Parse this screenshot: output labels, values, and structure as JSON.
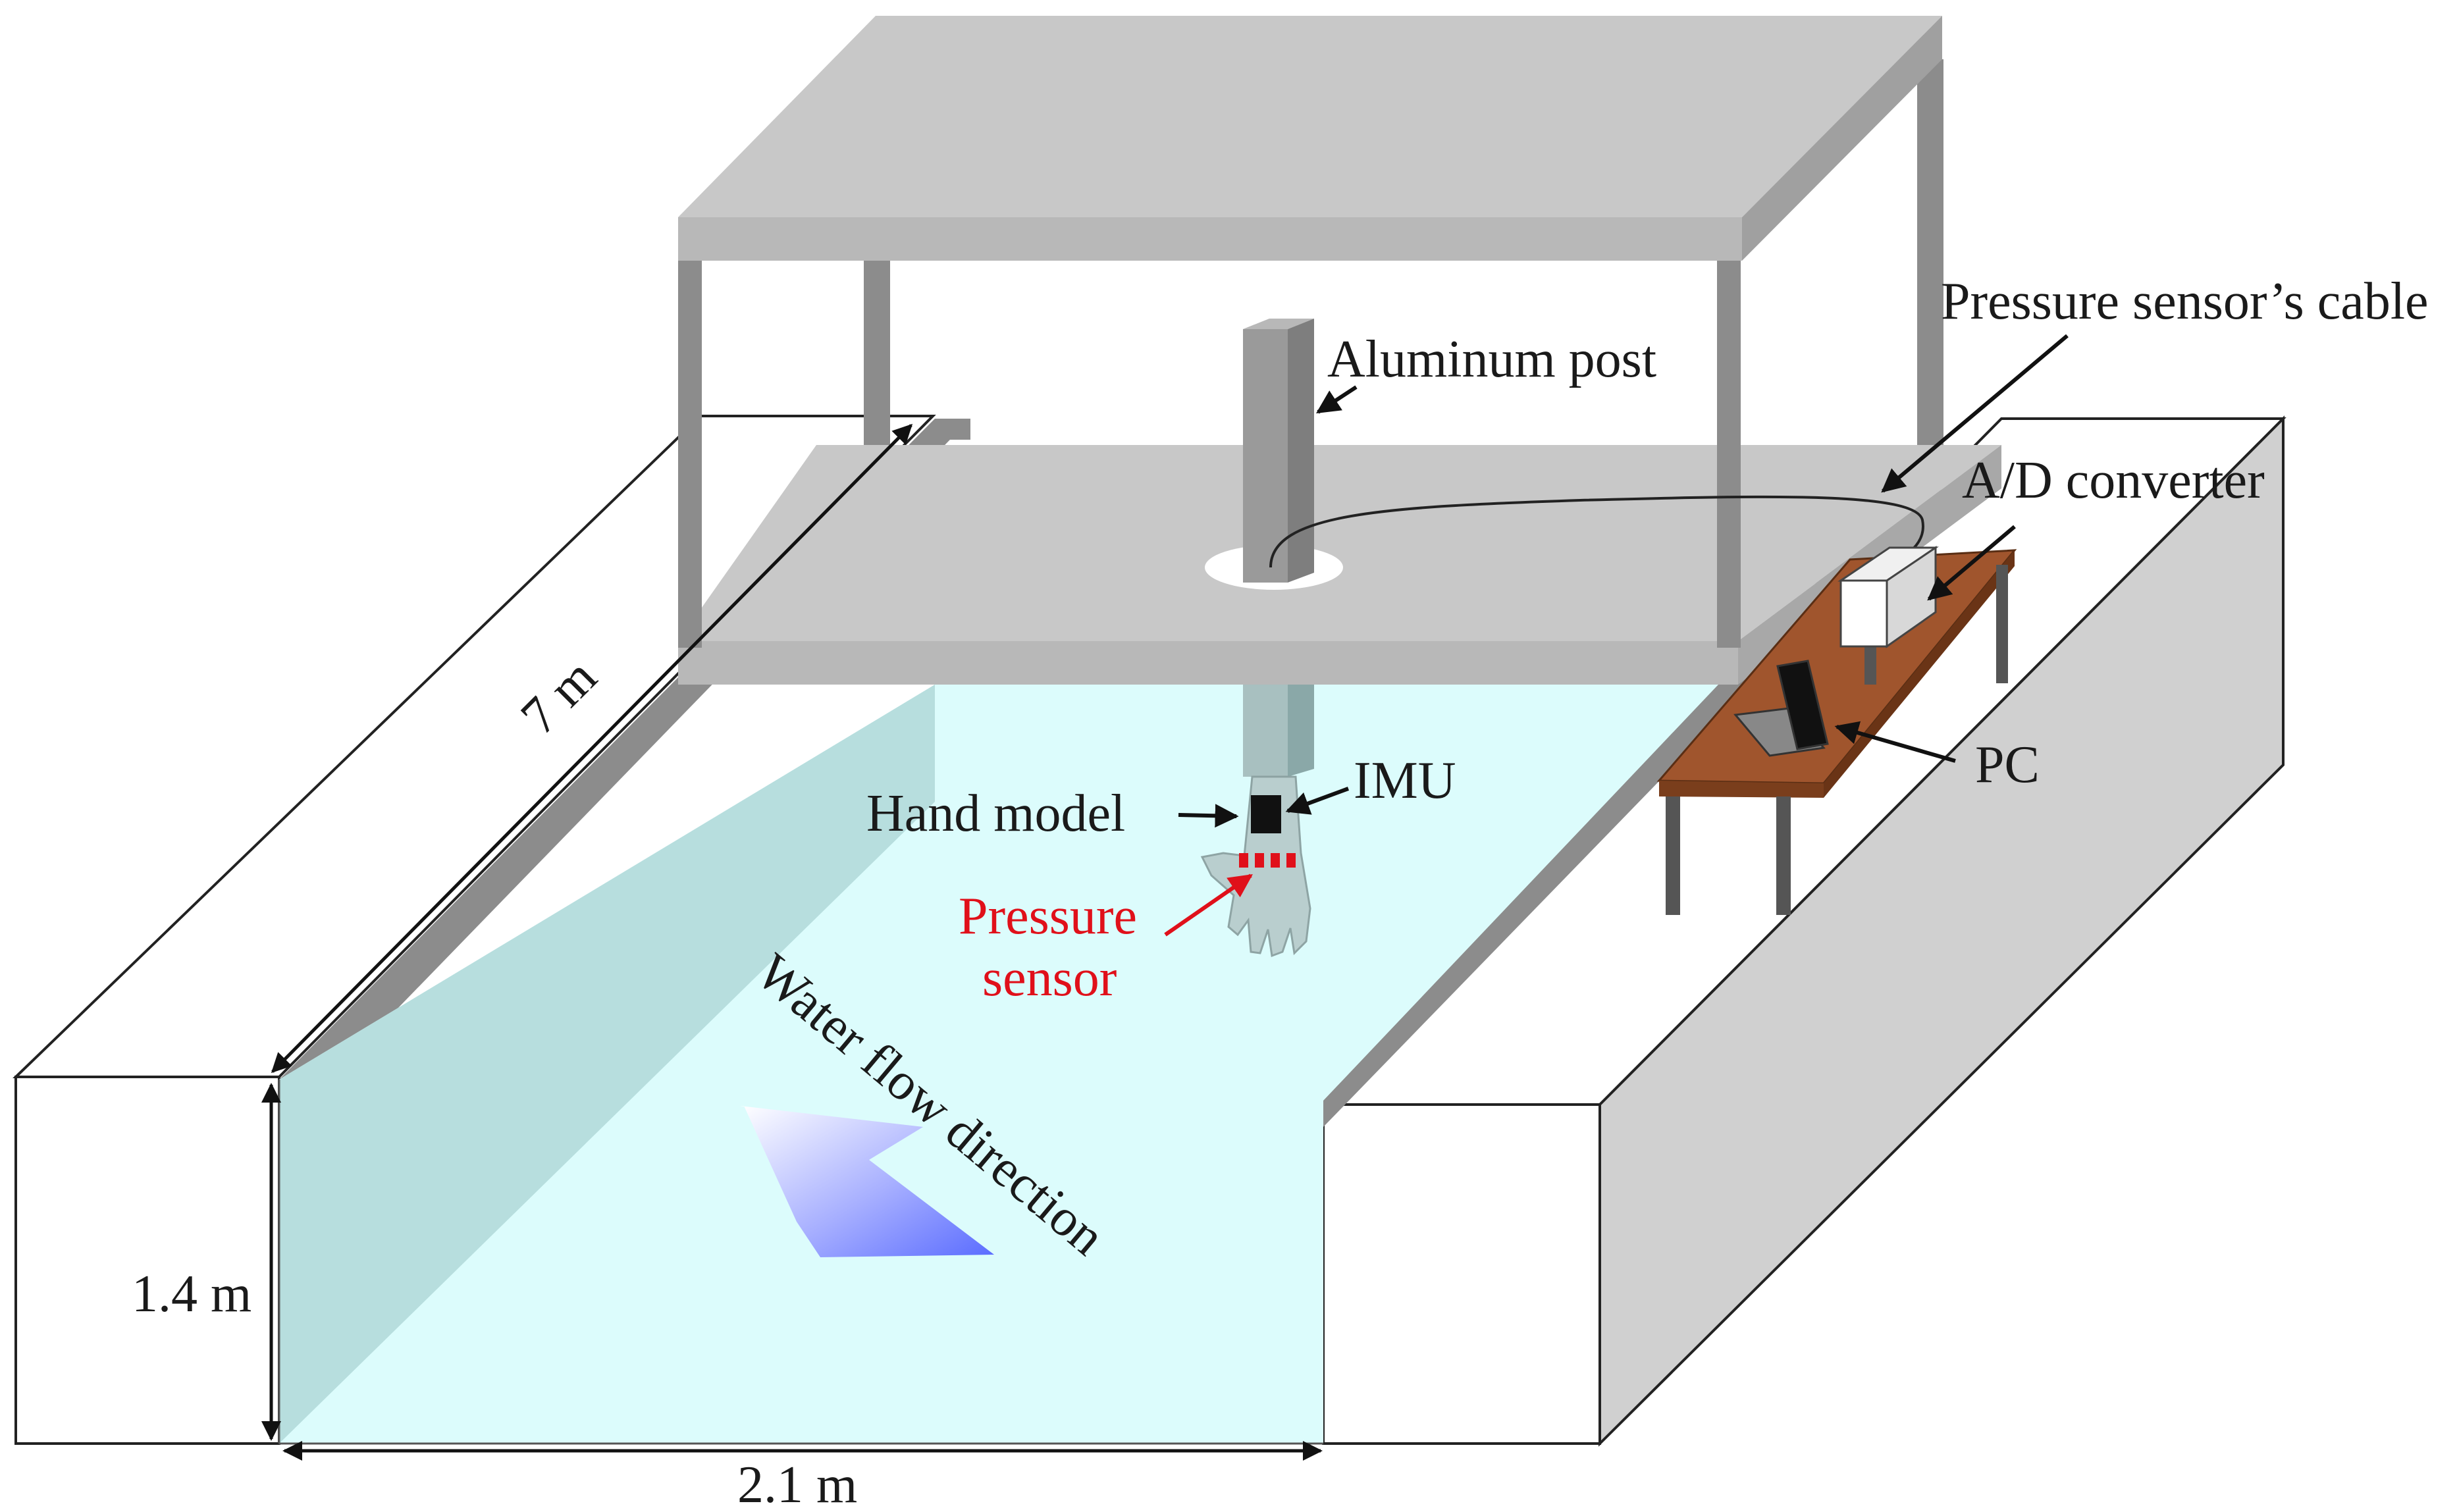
{
  "labels": {
    "aluminum_post": "Aluminum post",
    "pressure_cable": "Pressure sensor’s cable",
    "ad_converter": "A/D converter",
    "pc": "PC",
    "imu": "IMU",
    "hand_model": "Hand model",
    "pressure_sensor_line1": "Pressure",
    "pressure_sensor_line2": "sensor",
    "water_flow": "Water flow direction",
    "length_7m": "7 m",
    "depth_14m": "1.4 m",
    "width_21m": "2.1 m"
  },
  "colors": {
    "structure_gray": "#c8c8c8",
    "structure_dark": "#8c8c8c",
    "water": "#dcfcfc",
    "water_side": "#b4dcdc",
    "table_wood": "#a0552d",
    "sensor_red": "#e0101a",
    "flow_arrow": "#6070ff"
  }
}
